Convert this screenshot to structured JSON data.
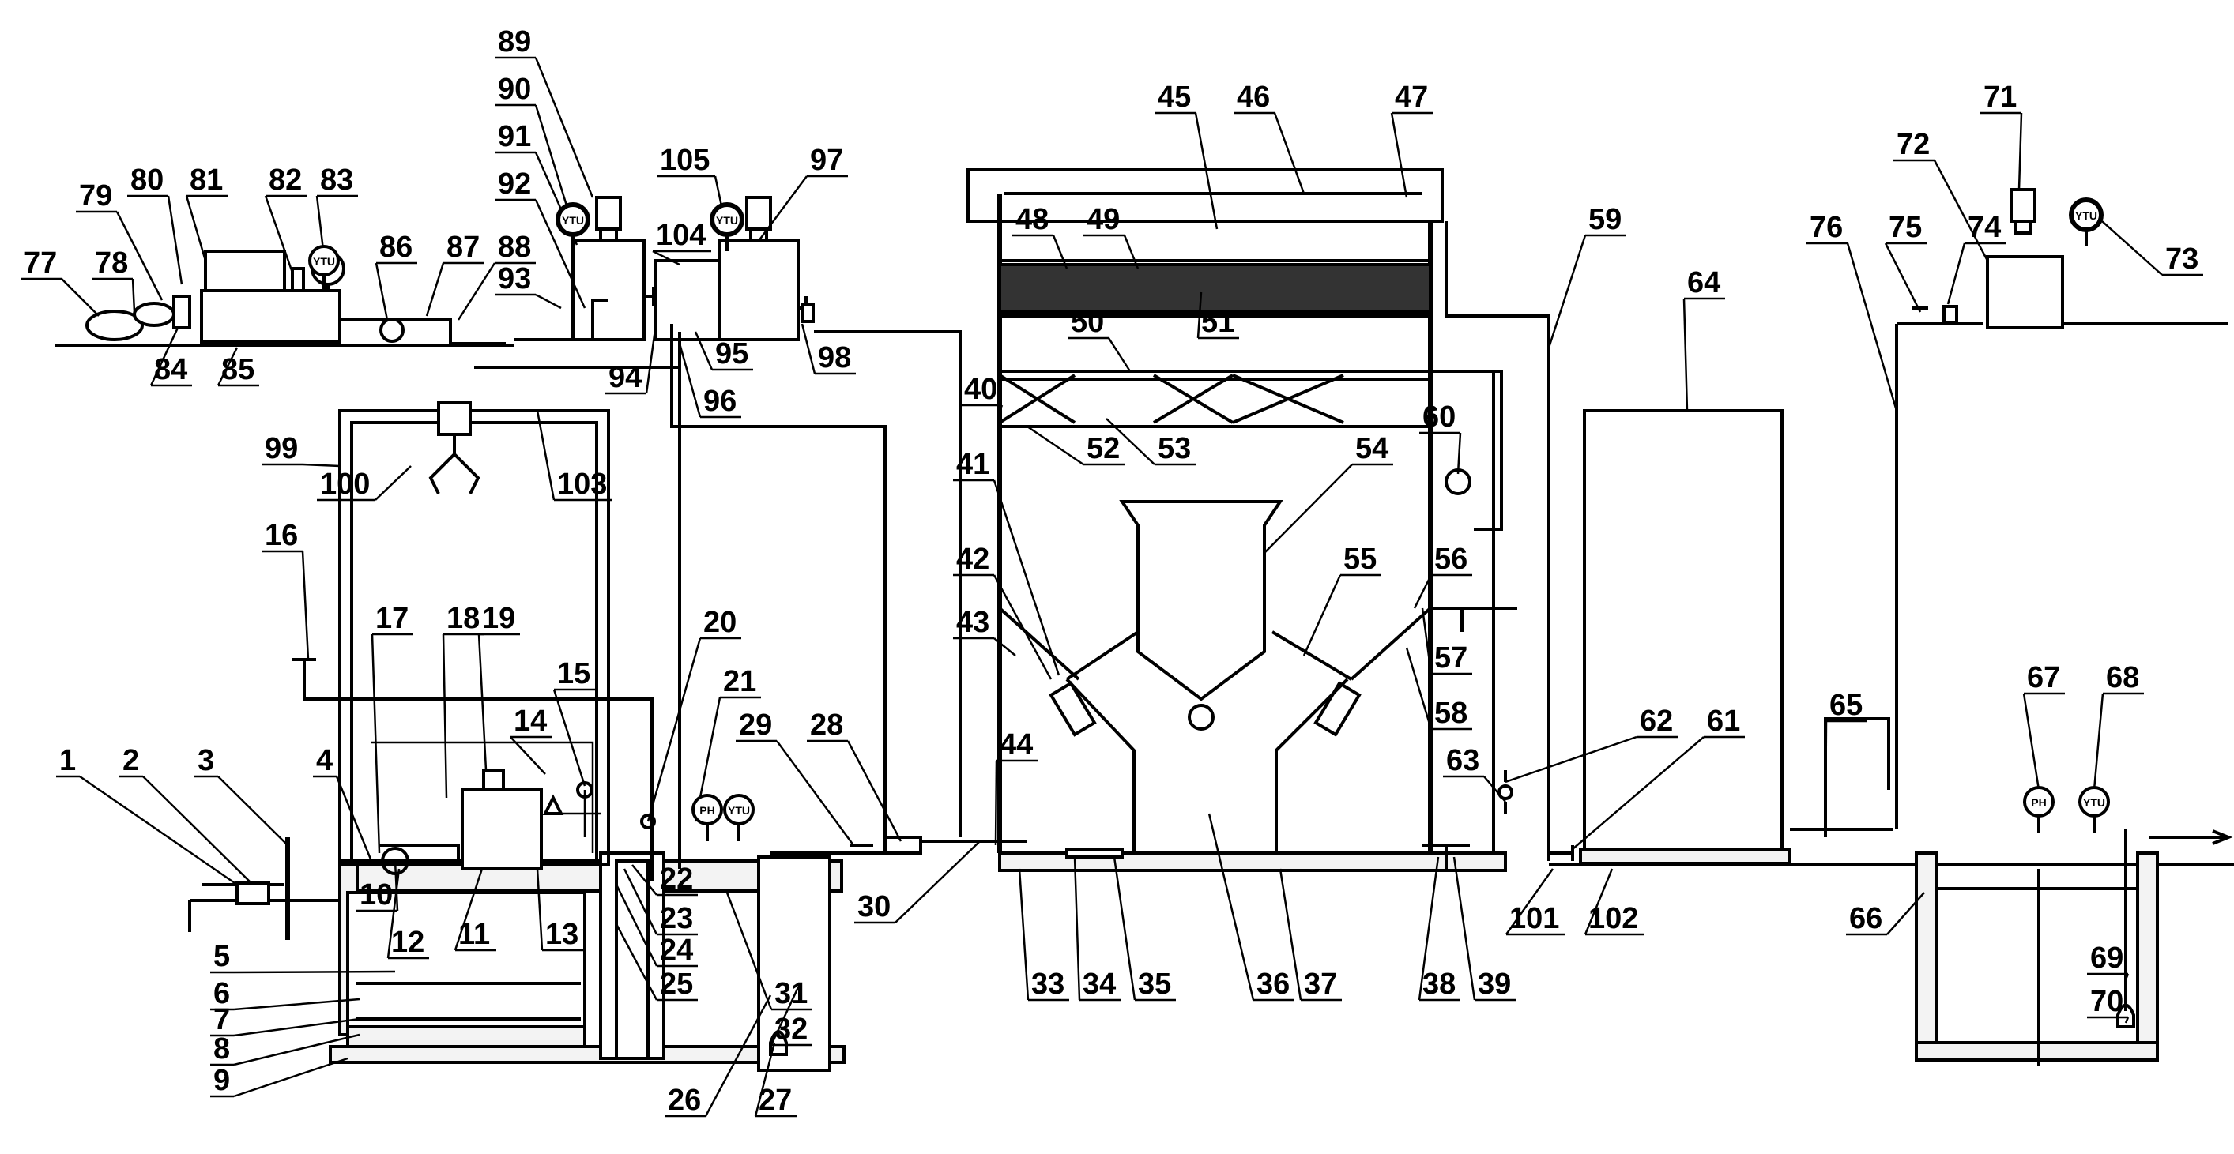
{
  "figure": {
    "labels": [
      {
        "id": "1",
        "t": "1"
      },
      {
        "id": "2",
        "t": "2"
      },
      {
        "id": "3",
        "t": "3"
      },
      {
        "id": "4",
        "t": "4"
      },
      {
        "id": "5",
        "t": "5"
      },
      {
        "id": "6",
        "t": "6"
      },
      {
        "id": "7",
        "t": "7"
      },
      {
        "id": "8",
        "t": "8"
      },
      {
        "id": "9",
        "t": "9"
      },
      {
        "id": "10",
        "t": "10"
      },
      {
        "id": "11",
        "t": "11"
      },
      {
        "id": "12",
        "t": "12"
      },
      {
        "id": "13",
        "t": "13"
      },
      {
        "id": "14",
        "t": "14"
      },
      {
        "id": "15",
        "t": "15"
      },
      {
        "id": "16",
        "t": "16"
      },
      {
        "id": "17",
        "t": "17"
      },
      {
        "id": "18",
        "t": "18"
      },
      {
        "id": "19",
        "t": "19"
      },
      {
        "id": "20",
        "t": "20"
      },
      {
        "id": "21",
        "t": "21"
      },
      {
        "id": "22",
        "t": "22"
      },
      {
        "id": "23",
        "t": "23"
      },
      {
        "id": "24",
        "t": "24"
      },
      {
        "id": "25",
        "t": "25"
      },
      {
        "id": "26",
        "t": "26"
      },
      {
        "id": "27",
        "t": "27"
      },
      {
        "id": "28",
        "t": "28"
      },
      {
        "id": "29",
        "t": "29"
      },
      {
        "id": "30",
        "t": "30"
      },
      {
        "id": "31",
        "t": "31"
      },
      {
        "id": "32",
        "t": "32"
      },
      {
        "id": "33",
        "t": "33"
      },
      {
        "id": "34",
        "t": "34"
      },
      {
        "id": "35",
        "t": "35"
      },
      {
        "id": "36",
        "t": "36"
      },
      {
        "id": "37",
        "t": "37"
      },
      {
        "id": "38",
        "t": "38"
      },
      {
        "id": "39",
        "t": "39"
      },
      {
        "id": "40",
        "t": "40"
      },
      {
        "id": "41",
        "t": "41"
      },
      {
        "id": "42",
        "t": "42"
      },
      {
        "id": "43",
        "t": "43"
      },
      {
        "id": "44",
        "t": "44"
      },
      {
        "id": "45",
        "t": "45"
      },
      {
        "id": "46",
        "t": "46"
      },
      {
        "id": "47",
        "t": "47"
      },
      {
        "id": "48",
        "t": "48"
      },
      {
        "id": "49",
        "t": "49"
      },
      {
        "id": "50",
        "t": "50"
      },
      {
        "id": "51",
        "t": "51"
      },
      {
        "id": "52",
        "t": "52"
      },
      {
        "id": "53",
        "t": "53"
      },
      {
        "id": "54",
        "t": "54"
      },
      {
        "id": "55",
        "t": "55"
      },
      {
        "id": "56",
        "t": "56"
      },
      {
        "id": "57",
        "t": "57"
      },
      {
        "id": "58",
        "t": "58"
      },
      {
        "id": "59",
        "t": "59"
      },
      {
        "id": "60",
        "t": "60"
      },
      {
        "id": "61",
        "t": "61"
      },
      {
        "id": "62",
        "t": "62"
      },
      {
        "id": "63",
        "t": "63"
      },
      {
        "id": "64",
        "t": "64"
      },
      {
        "id": "65",
        "t": "65"
      },
      {
        "id": "66",
        "t": "66"
      },
      {
        "id": "67",
        "t": "67"
      },
      {
        "id": "68",
        "t": "68"
      },
      {
        "id": "69",
        "t": "69"
      },
      {
        "id": "70",
        "t": "70"
      },
      {
        "id": "71",
        "t": "71"
      },
      {
        "id": "72",
        "t": "72"
      },
      {
        "id": "73",
        "t": "73"
      },
      {
        "id": "74",
        "t": "74"
      },
      {
        "id": "75",
        "t": "75"
      },
      {
        "id": "76",
        "t": "76"
      },
      {
        "id": "77",
        "t": "77"
      },
      {
        "id": "78",
        "t": "78"
      },
      {
        "id": "79",
        "t": "79"
      },
      {
        "id": "80",
        "t": "80"
      },
      {
        "id": "81",
        "t": "81"
      },
      {
        "id": "82",
        "t": "82"
      },
      {
        "id": "83",
        "t": "83"
      },
      {
        "id": "84",
        "t": "84"
      },
      {
        "id": "85",
        "t": "85"
      },
      {
        "id": "86",
        "t": "86"
      },
      {
        "id": "87",
        "t": "87"
      },
      {
        "id": "88",
        "t": "88"
      },
      {
        "id": "89",
        "t": "89"
      },
      {
        "id": "90",
        "t": "90"
      },
      {
        "id": "91",
        "t": "91"
      },
      {
        "id": "92",
        "t": "92"
      },
      {
        "id": "93",
        "t": "93"
      },
      {
        "id": "94",
        "t": "94"
      },
      {
        "id": "95",
        "t": "95"
      },
      {
        "id": "96",
        "t": "96"
      },
      {
        "id": "97",
        "t": "97"
      },
      {
        "id": "98",
        "t": "98"
      },
      {
        "id": "99",
        "t": "99"
      },
      {
        "id": "100",
        "t": "100"
      },
      {
        "id": "101",
        "t": "101"
      },
      {
        "id": "102",
        "t": "102"
      },
      {
        "id": "103",
        "t": "103"
      },
      {
        "id": "104",
        "t": "104"
      },
      {
        "id": "105",
        "t": "105"
      }
    ],
    "gauges": [
      {
        "id": "g83",
        "t": "YTU"
      },
      {
        "id": "g90",
        "t": "YTU"
      },
      {
        "id": "g105",
        "t": "YTU"
      },
      {
        "id": "g21",
        "t": "PH"
      },
      {
        "id": "g21b",
        "t": "YTU"
      },
      {
        "id": "g67",
        "t": "PH"
      },
      {
        "id": "g68",
        "t": "YTU"
      },
      {
        "id": "g73",
        "t": "YTU"
      }
    ]
  }
}
